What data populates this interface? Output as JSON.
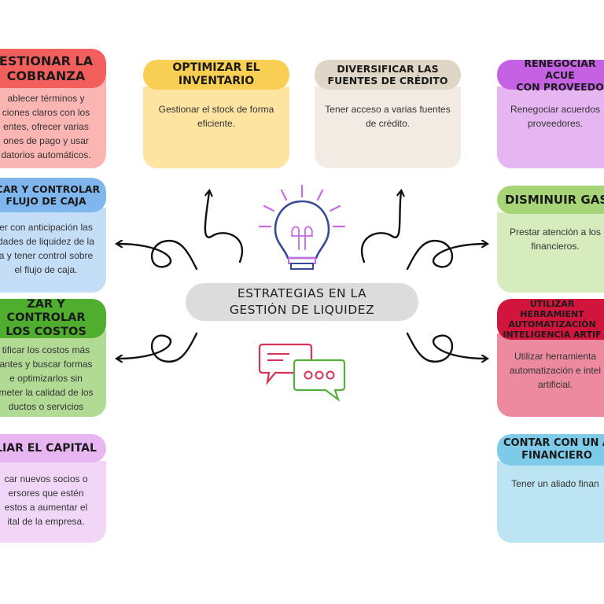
{
  "center": {
    "line1": "ESTRATEGIAS EN LA",
    "line2": "GESTIÓN DE LIQUIDEZ"
  },
  "cards": {
    "cobranza": {
      "title": [
        "ESTIONAR LA",
        "COBRANZA"
      ],
      "body": [
        "ablecer términos y",
        "ciones claros con los",
        "entes, ofrecer varias",
        "ones de pago y usar",
        "datorios automáticos."
      ],
      "head_color": "#f25f5c",
      "body_color": "#fbb5b3"
    },
    "inventario": {
      "title": [
        "OPTIMIZAR EL",
        "INVENTARIO"
      ],
      "body": [
        "Gestionar el stock de forma",
        "eficiente."
      ],
      "head_color": "#f9cf53",
      "body_color": "#fde4a0"
    },
    "credito": {
      "title": [
        "DIVERSIFICAR LAS",
        "FUENTES DE CRÉDITO"
      ],
      "body": [
        "Tener acceso a varias fuentes",
        "de crédito."
      ],
      "head_color": "#e0d6c8",
      "body_color": "#f1ebe3"
    },
    "proveedores": {
      "title": [
        "RENEGOCIAR ACUE",
        "CON PROVEEDO"
      ],
      "body": [
        "Renegociar acuerdos",
        "proveedores."
      ],
      "head_color": "#c562e3",
      "body_color": "#e6b6f3"
    },
    "flujo": {
      "title": [
        "ICAR Y CONTROLAR",
        "FLUJO DE CAJA"
      ],
      "body": [
        "er con anticipación las",
        "dades de liquidez de la",
        "a y tener control sobre",
        "el flujo de caja."
      ],
      "head_color": "#80b6ee",
      "body_color": "#c4def8"
    },
    "gastos": {
      "title": [
        "DISMINUIR GAS"
      ],
      "body": [
        "Prestar atención a los",
        "financieros."
      ],
      "head_color": "#a8d578",
      "body_color": "#d6ecbd"
    },
    "costos": {
      "title": [
        "ZAR Y CONTROLAR",
        "LOS COSTOS"
      ],
      "body": [
        "tificar los costos más",
        "antes y buscar formas",
        "e optimizarlos sin",
        "meter la calidad de los",
        "ductos o servicios"
      ],
      "head_color": "#4fae2e",
      "body_color": "#b1db95"
    },
    "herramientas": {
      "title": [
        "UTILIZAR HERRAMIENT",
        "AUTOMATIZACIÓN",
        "INTELIGENCIA ARTIF"
      ],
      "body": [
        "Utilizar herramienta",
        "automatización e intel",
        "artificial."
      ],
      "head_color": "#d2153c",
      "body_color": "#ee8aa0"
    },
    "capital": {
      "title": [
        "LIAR EL CAPITAL"
      ],
      "body": [
        "car nuevos socios o",
        "ersores que estén",
        "estos a aumentar el",
        "ital de la empresa."
      ],
      "head_color": "#e7b6f3",
      "body_color": "#f2d6f8"
    },
    "aliado": {
      "title": [
        "CONTAR CON UN A",
        "FINANCIERO"
      ],
      "body": [
        "Tener un aliado finan"
      ],
      "head_color": "#7ecbe9",
      "body_color": "#bde4f3"
    }
  },
  "icons": [
    "lightbulb-icon",
    "chat-bubbles-icon",
    "curly-arrow-icon"
  ],
  "colors": {
    "center_pill": "#dcdcdc",
    "arrow": "#111111",
    "bulb_rays": "#c86ae6",
    "bulb": "#3a4a9a",
    "chat_left": "#d63356",
    "chat_right": "#54b23c"
  }
}
